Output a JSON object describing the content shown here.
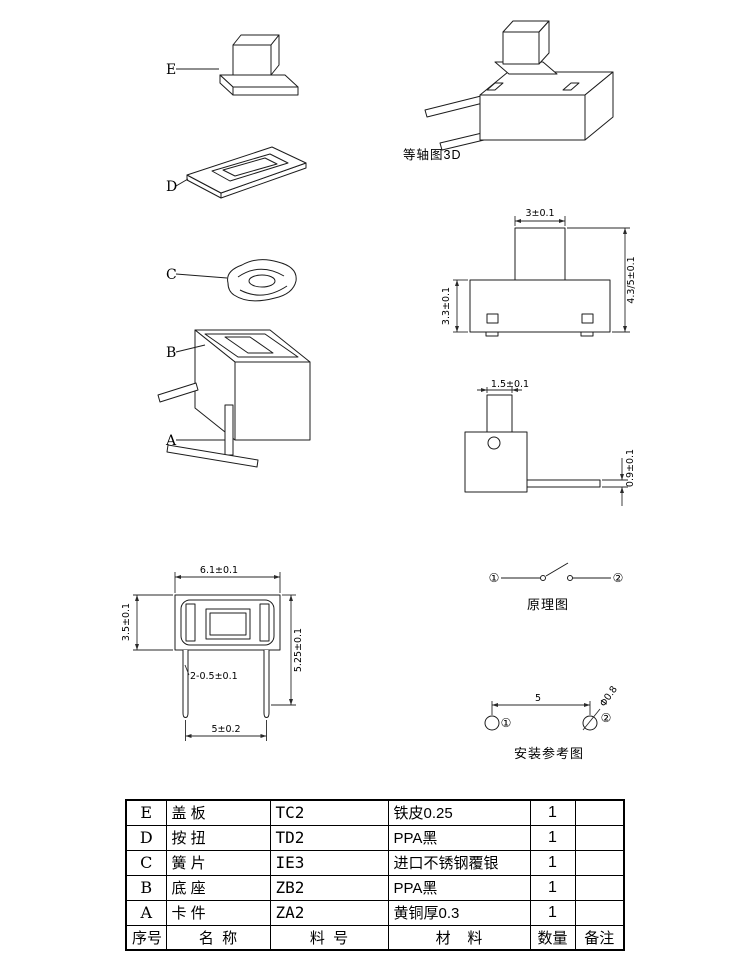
{
  "exploded": {
    "label_e": "E",
    "label_d": "D",
    "label_c": "C",
    "label_b": "B",
    "label_a": "A"
  },
  "captions": {
    "isometric": "等轴图3D",
    "schematic": "原理图",
    "installation": "安装参考图"
  },
  "front_view": {
    "dim_top": "3±0.1",
    "dim_left": "3.3±0.1",
    "dim_right": "4.3/5±0.1"
  },
  "side_view": {
    "dim_top": "1.5±0.1",
    "dim_right": "0.9±0.1"
  },
  "bottom_view": {
    "dim_width": "6.1±0.1",
    "dim_left": "3.5±0.1",
    "dim_right": "5.25±0.1",
    "dim_pin": "2-0.5±0.1",
    "dim_pitch": "5±0.2"
  },
  "schematic": {
    "terminal1": "①",
    "terminal2": "②"
  },
  "installation": {
    "dim_pitch": "5",
    "dim_hole": "Φ0.8",
    "terminal1": "①",
    "terminal2": "②"
  },
  "table": {
    "header": {
      "no": "序号",
      "name": "名  称",
      "part": "料  号",
      "material": "材    料",
      "qty": "数量",
      "remark": "备注"
    },
    "rows": [
      {
        "no": "E",
        "name": "盖 板",
        "part": "TC2",
        "material": "铁皮0.25",
        "qty": "1",
        "remark": ""
      },
      {
        "no": "D",
        "name": "按 扭",
        "part": "TD2",
        "material": "PPA黑",
        "qty": "1",
        "remark": ""
      },
      {
        "no": "C",
        "name": "簧 片",
        "part": "IE3",
        "material": "进口不锈钢覆银",
        "qty": "1",
        "remark": ""
      },
      {
        "no": "B",
        "name": "底 座",
        "part": "ZB2",
        "material": "PPA黑",
        "qty": "1",
        "remark": ""
      },
      {
        "no": "A",
        "name": "卡 件",
        "part": "ZA2",
        "material": "黄铜厚0.3",
        "qty": "1",
        "remark": ""
      }
    ]
  }
}
